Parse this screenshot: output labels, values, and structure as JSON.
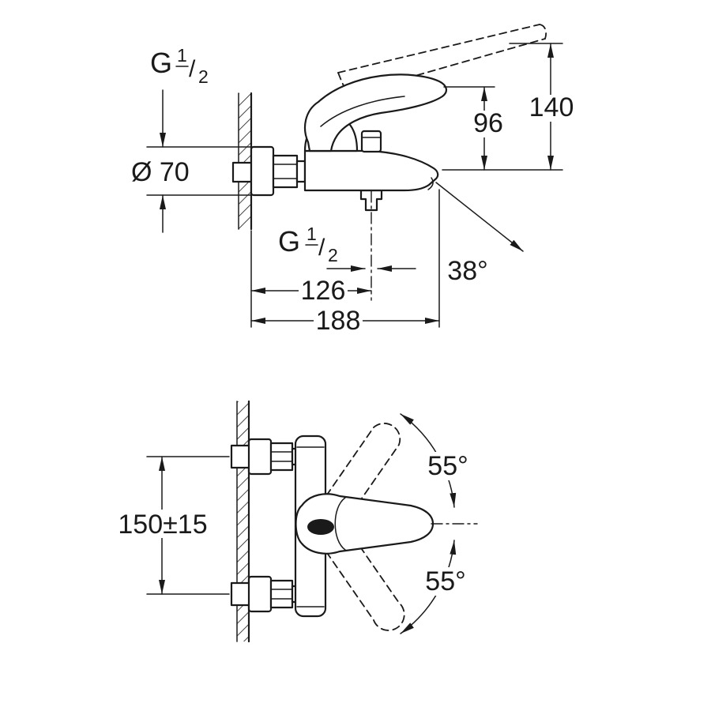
{
  "page": {
    "background": "#ffffff",
    "ink": "#1a1a1a"
  },
  "side_view": {
    "labels": {
      "wall_thread": {
        "prefix": "G",
        "numerator": "1",
        "slash": "/",
        "denominator": "2"
      },
      "escutcheon_diameter": "Ø 70",
      "spout_to_handle_height": "96",
      "spout_to_raised_handle_height": "140",
      "shower_outlet_thread": {
        "prefix": "G",
        "numerator": "1",
        "slash": "/",
        "denominator": "2"
      },
      "wall_to_outlet_distance": "126",
      "spout_reach": "188",
      "spout_angle": "38°"
    }
  },
  "front_view": {
    "labels": {
      "inlet_center_distance": "150±15",
      "handle_swing_up": "55°",
      "handle_swing_down": "55°"
    }
  }
}
